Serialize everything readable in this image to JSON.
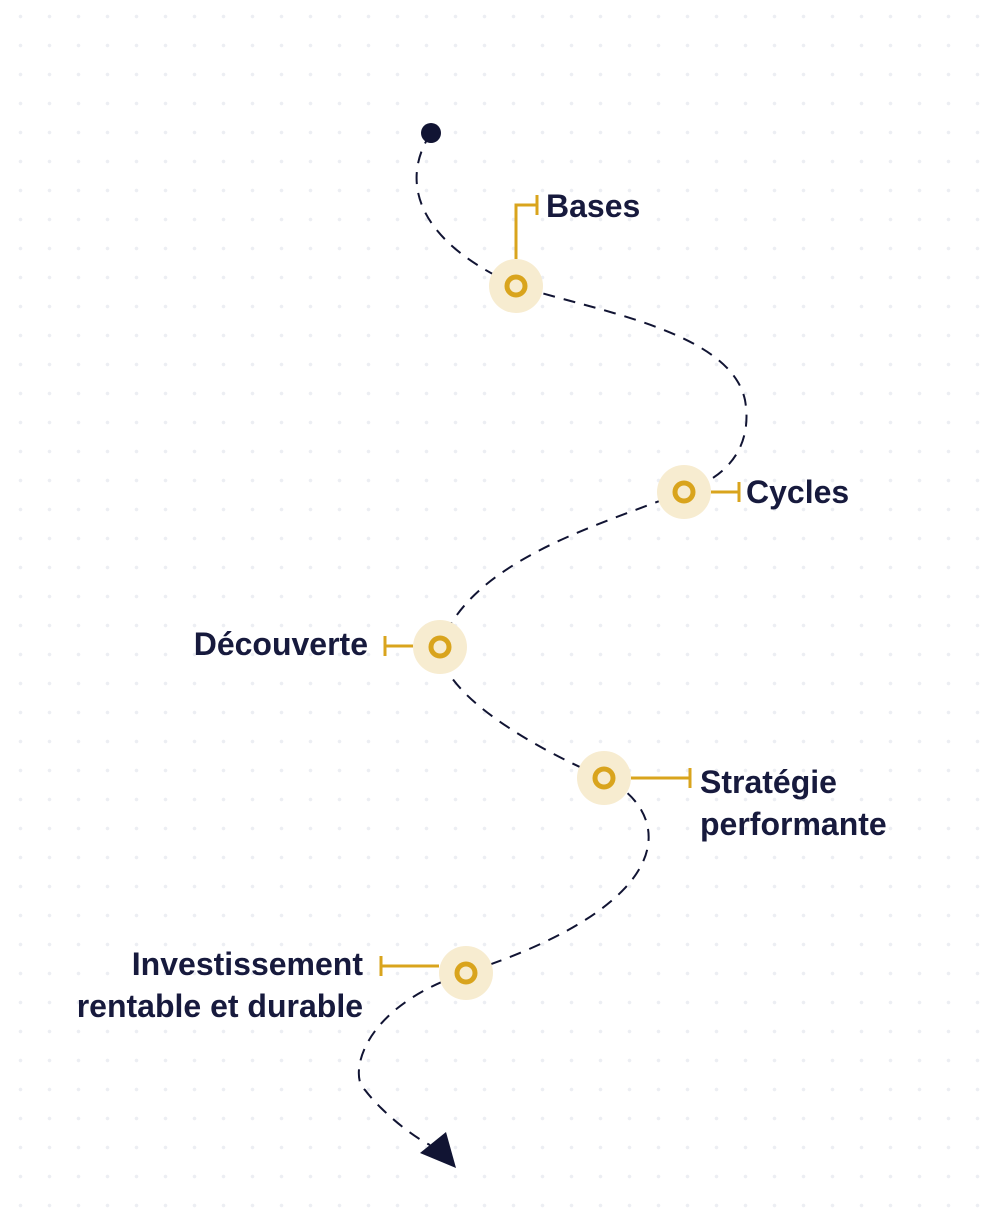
{
  "colors": {
    "path": "#111433",
    "accent": "#d9a41d",
    "halo": "#f7ecd0",
    "text": "#171a3d"
  },
  "icons": {
    "start": "start-dot-icon",
    "milestone": "ring-marker-icon",
    "end": "arrowhead-icon"
  },
  "steps": [
    {
      "lines": [
        "Bases"
      ]
    },
    {
      "lines": [
        "Cycles"
      ]
    },
    {
      "lines": [
        "Découverte"
      ]
    },
    {
      "lines": [
        "Stratégie",
        "performante"
      ]
    },
    {
      "lines": [
        "Investissement",
        "rentable et durable"
      ]
    }
  ]
}
